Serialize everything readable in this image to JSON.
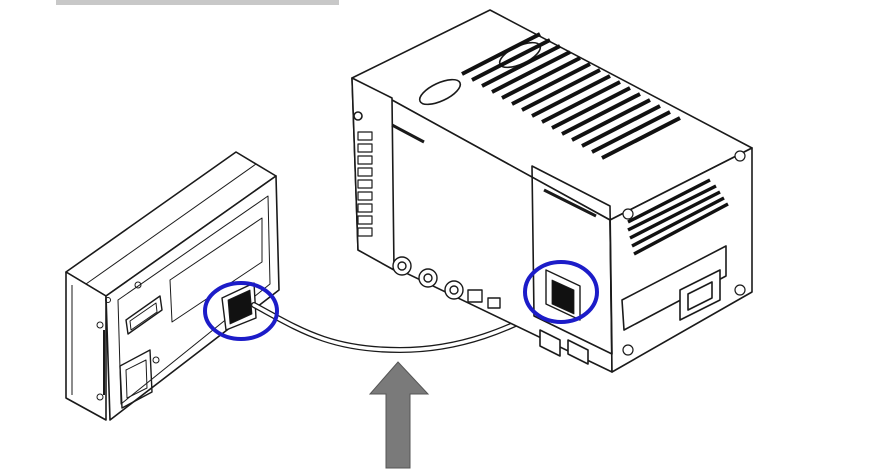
{
  "diagram": {
    "colors": {
      "line": "#1a1a1a",
      "body_fill": "#ffffff",
      "highlight_circle": "#1c1cc8",
      "arrow": "#7a7a7a",
      "top_bar": "#c8c8c8",
      "cable": "#1a1a1a"
    },
    "components": [
      {
        "id": "display-unit",
        "kind": "device",
        "icon": "panel-display-back-icon"
      },
      {
        "id": "controller-unit",
        "kind": "device",
        "icon": "controller-box-icon"
      },
      {
        "id": "connection-cable",
        "kind": "cable",
        "icon": "cable-icon"
      },
      {
        "id": "highlight-left-port",
        "kind": "callout-circle",
        "icon": "circle-outline-icon"
      },
      {
        "id": "highlight-right-port",
        "kind": "callout-circle",
        "icon": "circle-outline-icon"
      },
      {
        "id": "pointer-arrow",
        "kind": "arrow",
        "icon": "arrow-up-icon"
      }
    ]
  }
}
